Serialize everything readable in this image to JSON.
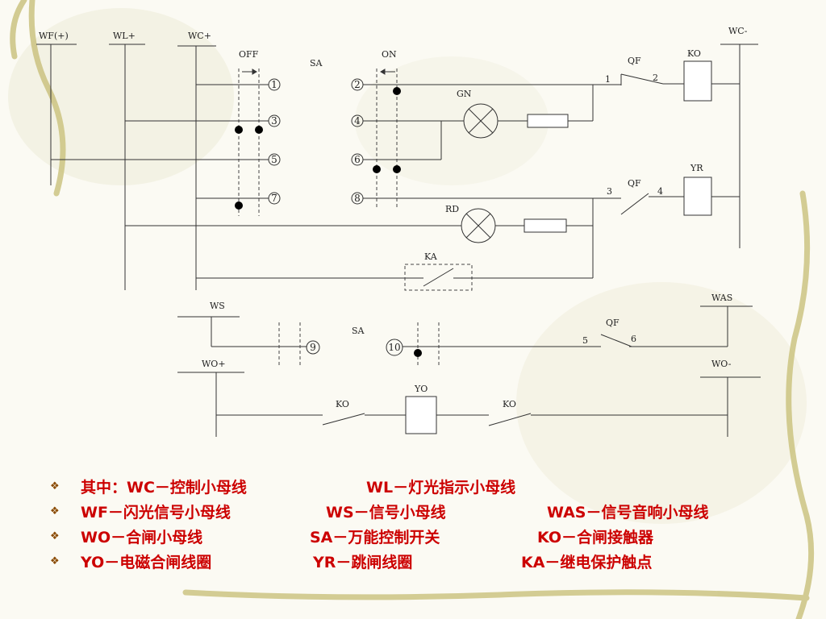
{
  "circuit": {
    "bus": {
      "wf": "WF(+)",
      "wl": "WL+",
      "wc_plus": "WC+",
      "wc_minus": "WC-",
      "ws": "WS",
      "was": "WAS",
      "wo_plus": "WO+",
      "wo_minus": "WO-"
    },
    "switch": {
      "off": "OFF",
      "on": "ON",
      "sa": "SA"
    },
    "contacts": [
      "1",
      "2",
      "3",
      "4",
      "5",
      "6",
      "7",
      "8",
      "9",
      "10"
    ],
    "qf": "QF",
    "qf_terms": [
      "1",
      "2",
      "3",
      "4",
      "5",
      "6"
    ],
    "lamp_gn": "GN",
    "lamp_rd": "RD",
    "coil_ko": "KO",
    "coil_yr": "YR",
    "coil_yo": "YO",
    "relay_ka": "KA"
  },
  "legend": [
    [
      "其中：WC－控制小母线",
      "WL－灯光指示小母线",
      ""
    ],
    [
      "WF－闪光信号小母线",
      "WS－信号小母线",
      "WAS－信号音响小母线"
    ],
    [
      "WO－合闸小母线",
      "SA－万能控制开关",
      "KO－合闸接触器"
    ],
    [
      "YO－电磁合闸线圈",
      "YR－跳闸线圈",
      "KA－继电保护触点"
    ]
  ],
  "colors": {
    "legend_text": "#cc0000",
    "bullet": "#8a4a00",
    "line": "#333333"
  },
  "icons": {
    "bullet": "diamond-bullet-icon",
    "lamp": "lamp-x-icon"
  }
}
